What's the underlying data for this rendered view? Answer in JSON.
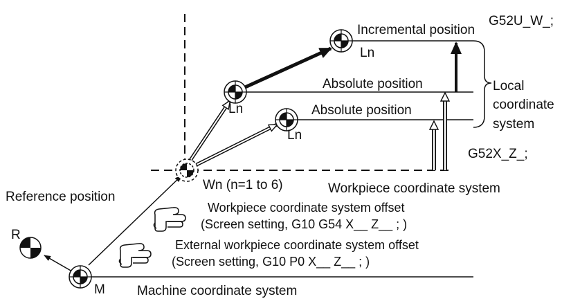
{
  "labels": {
    "g52uw": "G52U_W_;",
    "incremental_position": "Incremental position",
    "ln_incremental": "Ln",
    "absolute_position_upper": "Absolute position",
    "ln_upper": "Ln",
    "absolute_position_lower": "Absolute position",
    "ln_lower": "Ln",
    "local_line1": "Local",
    "local_line2": "coordinate",
    "local_line3": "system",
    "g52xz": "G52X_Z_;",
    "wn": "Wn (n=1 to 6)",
    "workpiece_coordinate_system": "Workpiece coordinate system",
    "reference_position": "Reference position",
    "wcs_offset_line1": "Workpiece coordinate system offset",
    "wcs_offset_line2": "(Screen setting, G10 G54 X__ Z__ ; )",
    "ext_offset_line1": "External workpiece coordinate system offset",
    "ext_offset_line2": "(Screen setting, G10 P0 X__ Z__ ; )",
    "r": "R",
    "m": "M",
    "machine_coordinate_system": "Machine coordinate system"
  },
  "icons": [
    "reference-point-icon",
    "position-marker-icon",
    "pointing-hand-icon",
    "curly-brace-icon"
  ],
  "colors": {
    "ink": "#111111",
    "background": "#ffffff"
  }
}
